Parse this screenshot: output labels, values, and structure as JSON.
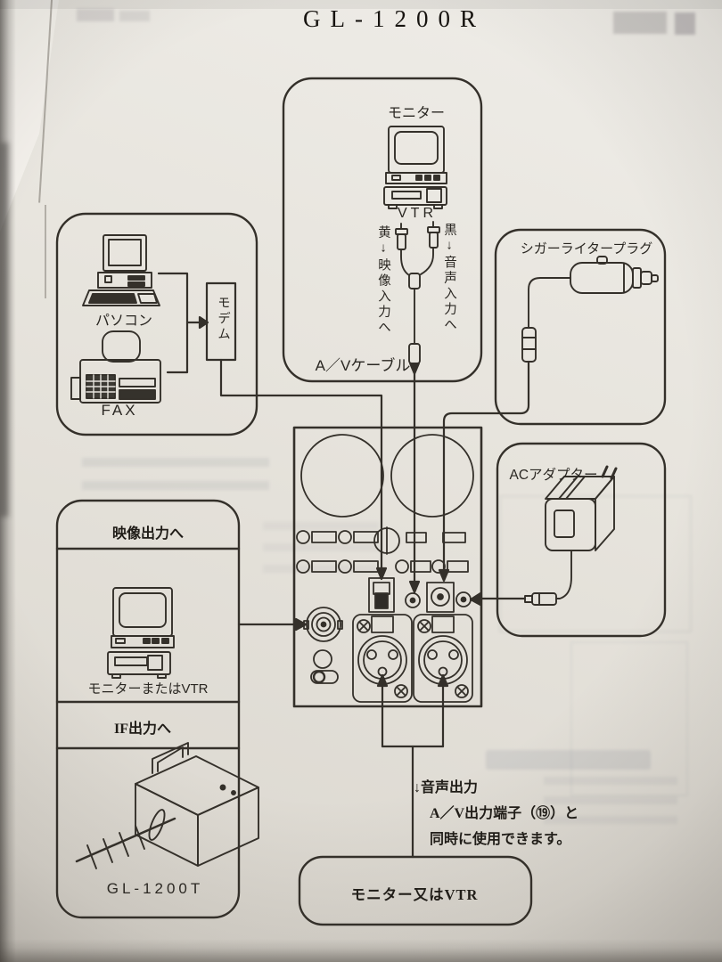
{
  "title": "GL-1200R",
  "top_box": {
    "monitor_label": "モニター",
    "vtr_label": "VTR",
    "yellow_plug_note": "黄↓映像入力へ",
    "black_plug_note": "黒↓音声入力へ",
    "cable_label": "A／Vケーブル"
  },
  "left_box": {
    "pc_label": "パソコン",
    "fax_label": "FAX",
    "modem_label": "モデム"
  },
  "cigar_box": {
    "label": "シガーライタープラグ"
  },
  "ac_adapter_box": {
    "label": "ACアダプター"
  },
  "output_box": {
    "video_header": "映像出力へ",
    "monitor_or_vtr_label": "モニターまたはVTR",
    "if_header": "IF出力へ",
    "device_label": "GL-1200T"
  },
  "audio_note": {
    "line1": "↓音声出力",
    "line2": "A／V出力端子（⑲）と",
    "line3": "同時に使用できます。"
  },
  "bottom_box": {
    "label": "モニター又はVTR"
  }
}
